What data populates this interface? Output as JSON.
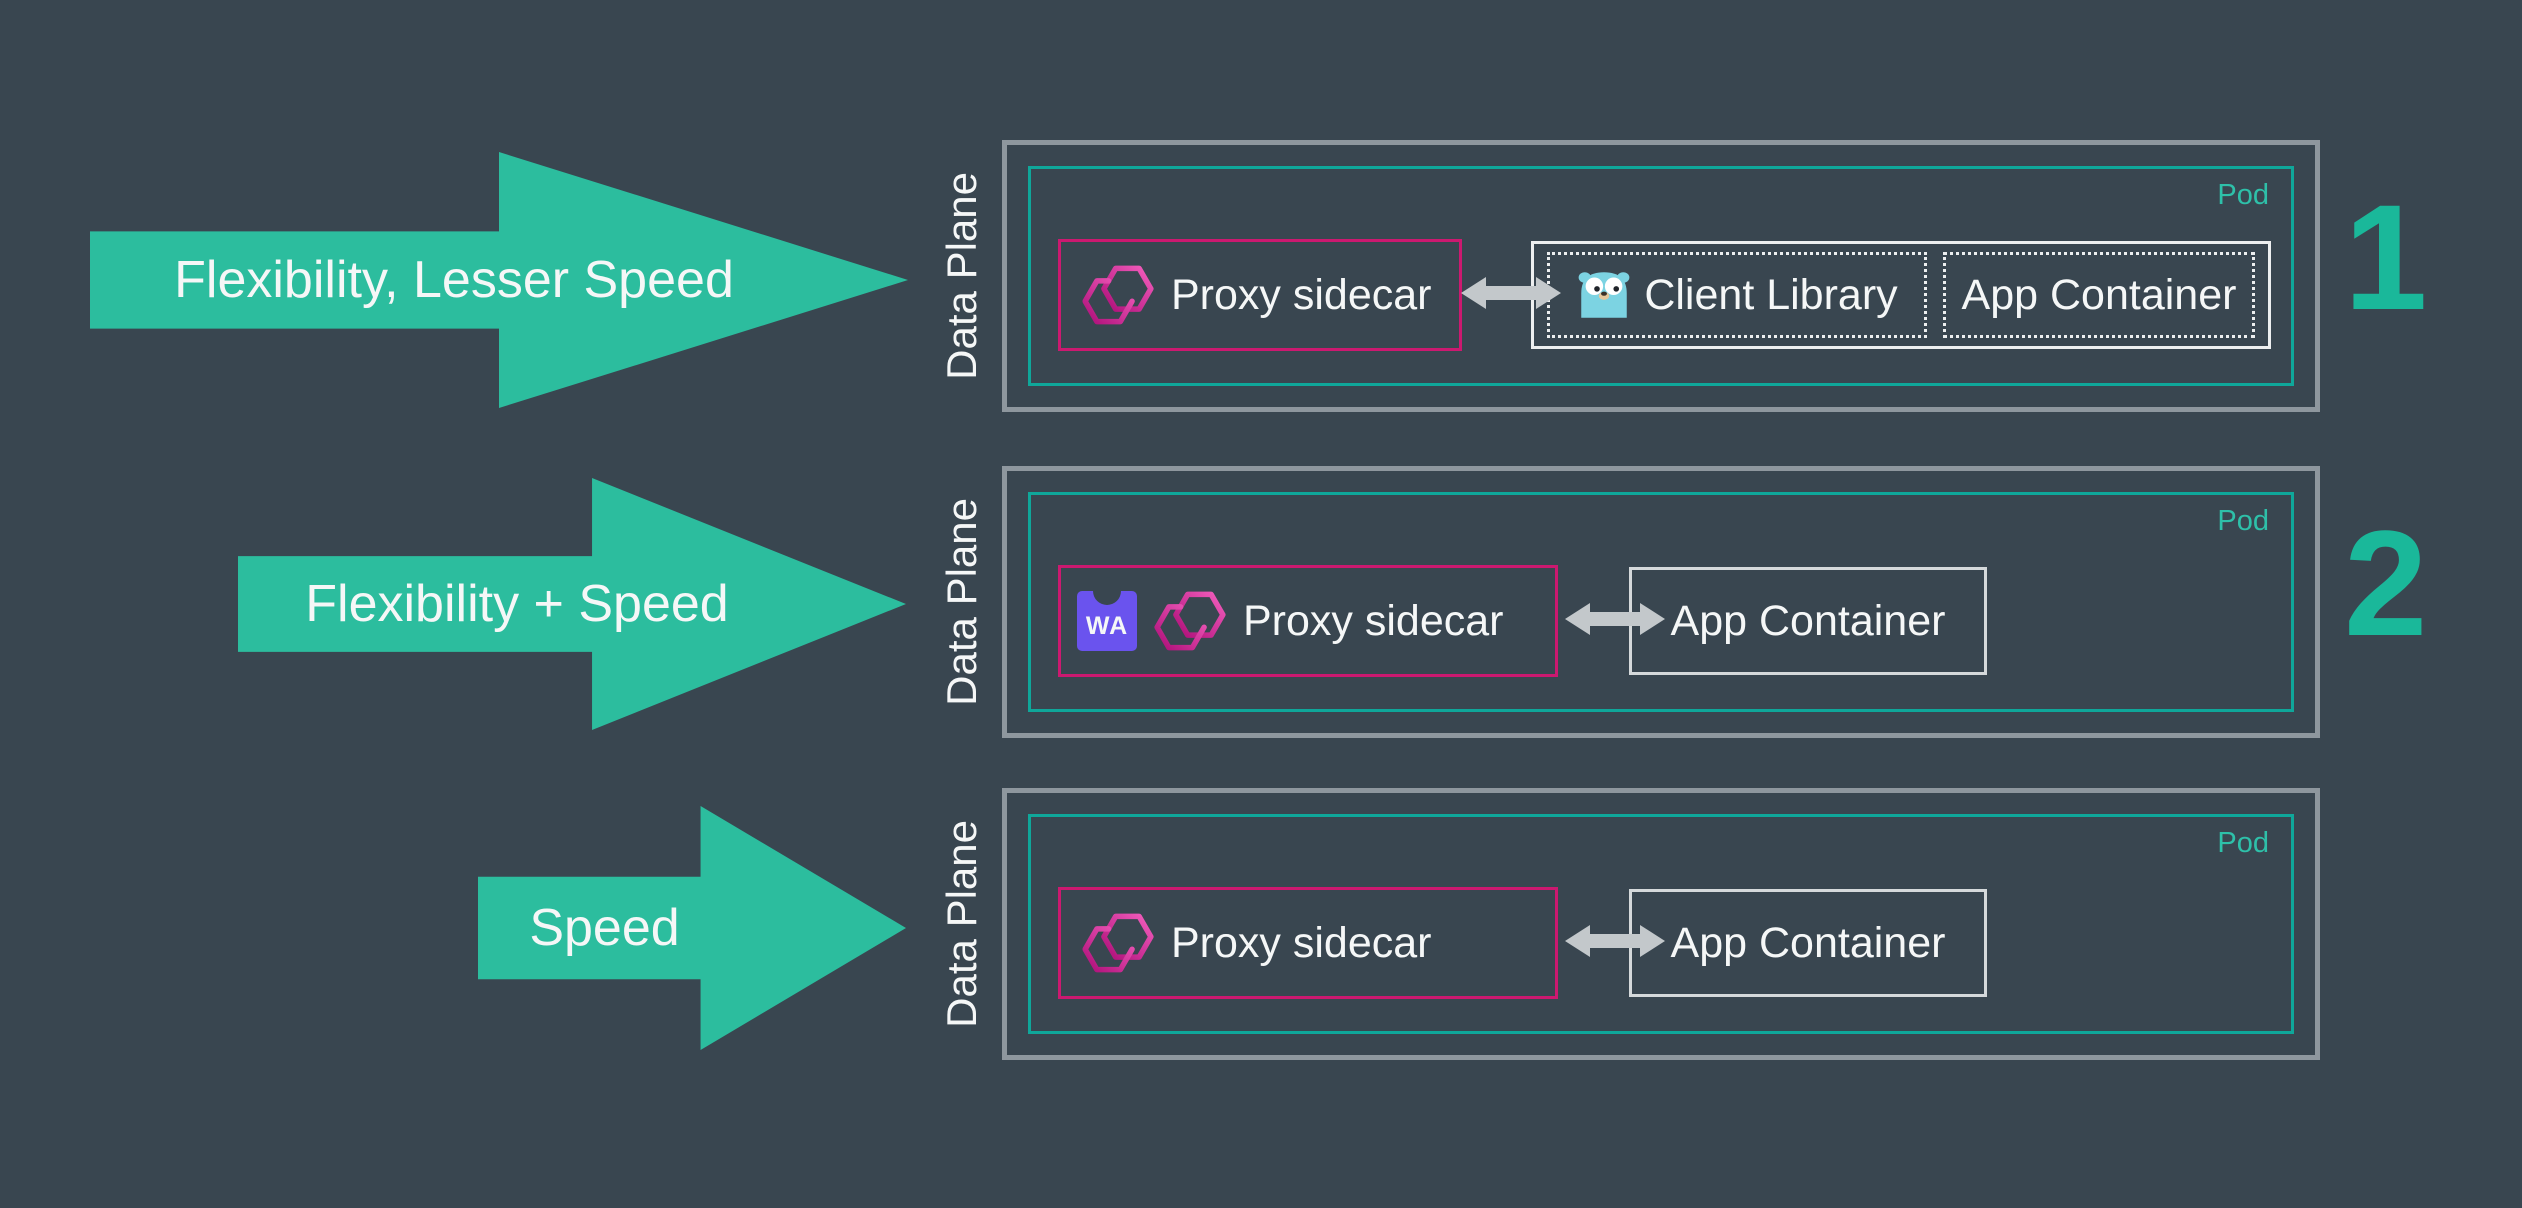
{
  "colors": {
    "background": "#394650",
    "arrow_green": "#2CBD9E",
    "teal_border": "#0FA79A",
    "pod_teal": "#2EC0A9",
    "number_teal": "#1AB89A",
    "magenta": "#CC1970",
    "outer_gray": "#8E979E",
    "box_white": "#EDEFF0",
    "app_box_gray": "#D5D9DB",
    "wasm_purple": "#6A53EE",
    "duplex_gray": "#C3C8CB",
    "gopher_blue": "#7CD3E2",
    "envoy_magenta": "#AD0E78",
    "envoy_pink": "#F45FBE",
    "text_white": "#F5F7F7"
  },
  "rows": [
    {
      "arrow_label": "Flexibility, Lesser Speed",
      "data_plane": "Data Plane",
      "pod": "Pod",
      "proxy": "Proxy sidecar",
      "client_library": "Client Library",
      "app_container": "App Container",
      "number": "1"
    },
    {
      "arrow_label": "Flexibility + Speed",
      "data_plane": "Data Plane",
      "pod": "Pod",
      "wasm": "WA",
      "proxy": "Proxy sidecar",
      "app_container": "App Container",
      "number": "2"
    },
    {
      "arrow_label": "Speed",
      "data_plane": "Data Plane",
      "pod": "Pod",
      "proxy": "Proxy sidecar",
      "app_container": "App Container"
    }
  ]
}
